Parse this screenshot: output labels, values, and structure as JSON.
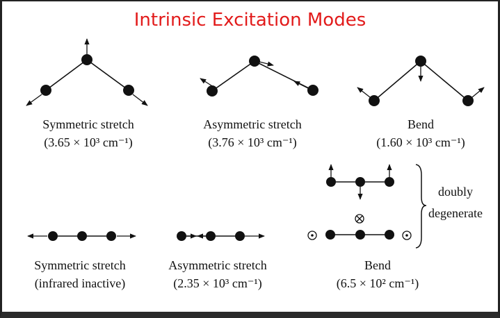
{
  "title": "Intrinsic Excitation Modes",
  "colors": {
    "title": "#e21b1b",
    "ink": "#111111"
  },
  "water": {
    "symmetric": {
      "name": "Symmetric stretch",
      "freq": "(3.65 × 10³ cm⁻¹)"
    },
    "asymmetric": {
      "name": "Asymmetric stretch",
      "freq": "(3.76 × 10³ cm⁻¹)"
    },
    "bend": {
      "name": "Bend",
      "freq": "(1.60 × 10³ cm⁻¹)"
    }
  },
  "co2": {
    "symmetric": {
      "name": "Symmetric stretch",
      "note": "(infrared inactive)"
    },
    "asymmetric": {
      "name": "Asymmetric stretch",
      "freq": "(2.35 × 10³ cm⁻¹)"
    },
    "bend": {
      "name": "Bend",
      "freq": "(6.5 × 10² cm⁻¹)"
    },
    "degenerate": {
      "line1": "doubly",
      "line2": "degenerate"
    }
  }
}
